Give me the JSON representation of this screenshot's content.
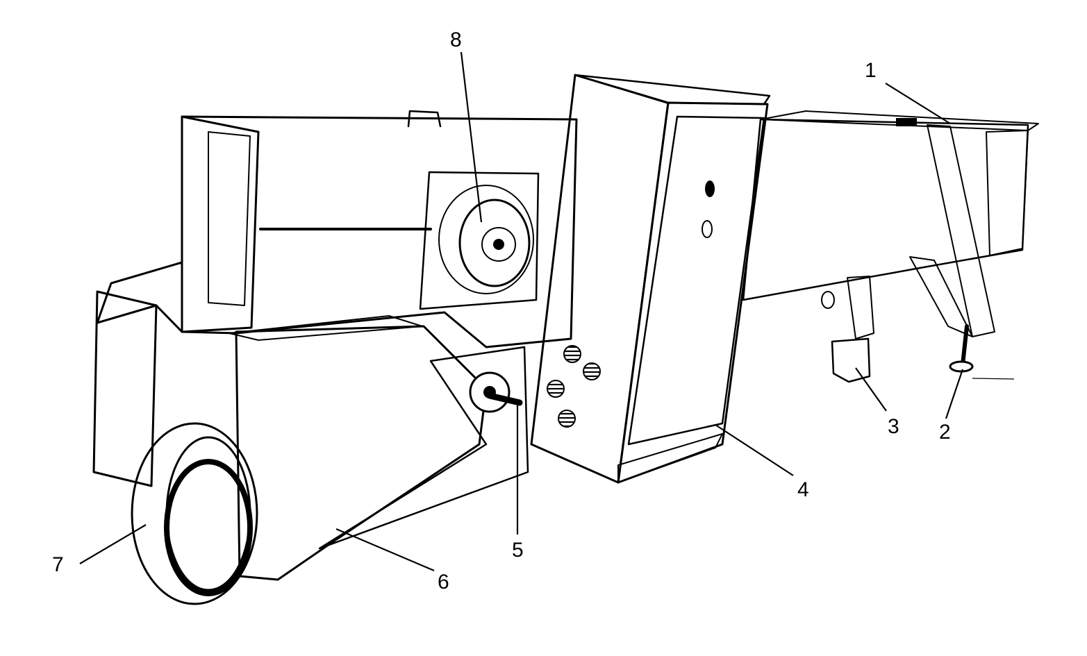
{
  "figure": {
    "callouts": [
      {
        "id": "1",
        "label": "1"
      },
      {
        "id": "2",
        "label": "2"
      },
      {
        "id": "3",
        "label": "3"
      },
      {
        "id": "4",
        "label": "4"
      },
      {
        "id": "5",
        "label": "5"
      },
      {
        "id": "6",
        "label": "6"
      },
      {
        "id": "7",
        "label": "7"
      },
      {
        "id": "8",
        "label": "8"
      }
    ]
  },
  "colors": {
    "ink": "#000000",
    "paper": "#ffffff"
  }
}
